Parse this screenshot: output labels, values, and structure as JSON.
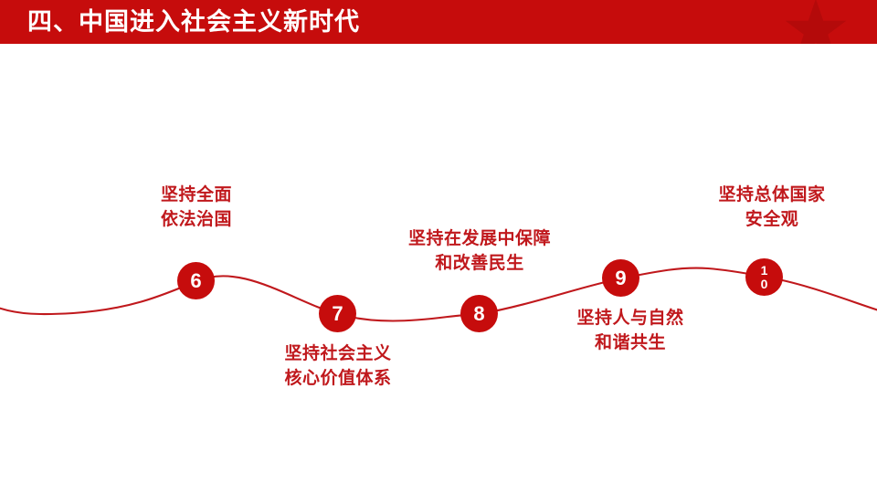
{
  "slide": {
    "background_color": "#ffffff",
    "accent_color": "#c60c0c",
    "label_color": "#c0181c"
  },
  "title_bar": {
    "title": "四、中国进入社会主义新时代",
    "background_color": "#c60c0c",
    "text_color": "#ffffff",
    "decoration_icon": "five-point-star-icon"
  },
  "bottom_bar": {
    "background_color": "#c60c0c"
  },
  "timeline": {
    "line_color": "#c0181c",
    "nodes": [
      {
        "number": "6",
        "number_lines": [
          "6"
        ],
        "label": "坚持全面\n依法治国",
        "label_position": "above"
      },
      {
        "number": "7",
        "number_lines": [
          "7"
        ],
        "label": "坚持社会主义\n核心价值体系",
        "label_position": "below"
      },
      {
        "number": "8",
        "number_lines": [
          "8"
        ],
        "label": "坚持在发展中保障\n和改善民生",
        "label_position": "above"
      },
      {
        "number": "9",
        "number_lines": [
          "9"
        ],
        "label": "坚持人与自然\n和谐共生",
        "label_position": "below"
      },
      {
        "number": "10",
        "number_lines": [
          "1",
          "0"
        ],
        "label": "坚持总体国家\n安全观",
        "label_position": "above"
      }
    ]
  }
}
